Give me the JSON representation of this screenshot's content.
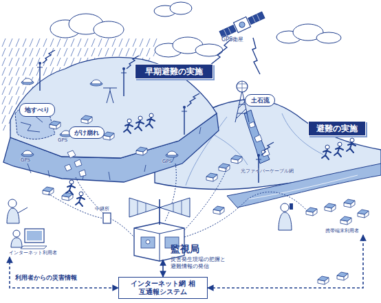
{
  "diagram": {
    "nodes": [
      {
        "text": [
          "早期避難の実施"
        ]
      },
      {
        "text": [
          "地すべり"
        ]
      },
      {
        "text": [
          "土石流"
        ]
      },
      {
        "text": [
          "避難の実施"
        ]
      },
      {
        "text": [
          "がけ崩れ"
        ]
      },
      {
        "text": [
          "携帯端末利用者"
        ]
      },
      {
        "text": [
          "監視局",
          "災害発生現場の把握と 避難情報の発信"
        ]
      },
      {
        "text": [
          "インターネット利用者"
        ]
      },
      {
        "text": [
          "インターネット網 相互通報システム"
        ]
      }
    ],
    "edges": [
      {
        "from": 6,
        "to": 8,
        "arrow": "both"
      },
      {
        "from": 7,
        "to": 8,
        "label": "利用者からの災害情報",
        "arrow": "both"
      },
      {
        "from": 8,
        "to": 5,
        "arrow": "both"
      }
    ],
    "labels": [
      "GPS衛星",
      "GPS",
      "GPS",
      "GPS",
      "光ファイバーケーブル網",
      "中継所"
    ]
  }
}
